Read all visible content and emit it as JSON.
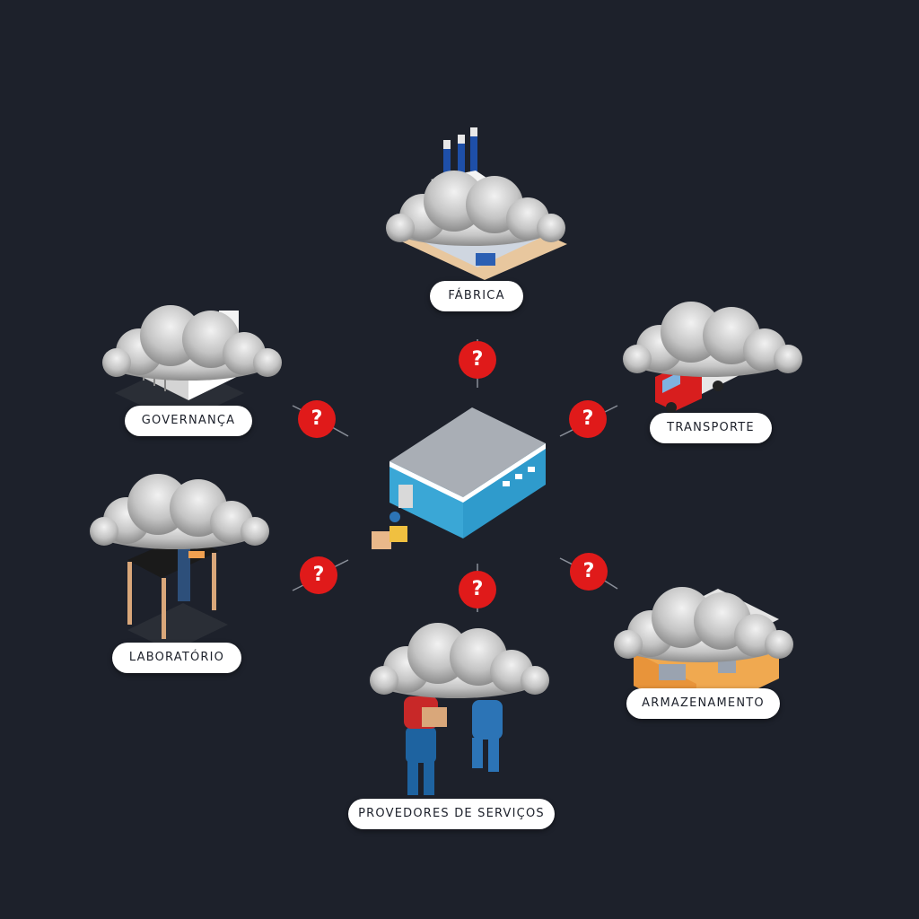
{
  "colors": {
    "background": "#1d212b",
    "question_badge": "#e01a1a",
    "label_pill": "#ffffff",
    "connector": "#8a8f99"
  },
  "center": {
    "name": "warehouse-hub",
    "icon": "warehouse-icon"
  },
  "nodes": [
    {
      "id": "fabrica",
      "label": "FÁBRICA",
      "icon": "factory-icon"
    },
    {
      "id": "transporte",
      "label": "TRANSPORTE",
      "icon": "truck-icon"
    },
    {
      "id": "armazenamento",
      "label": "ARMAZENAMENTO",
      "icon": "storage-building-icon"
    },
    {
      "id": "provedores",
      "label": "PROVEDORES DE SERVIÇOS",
      "icon": "workers-icon"
    },
    {
      "id": "laboratorio",
      "label": "LABORATÓRIO",
      "icon": "lab-bench-icon"
    },
    {
      "id": "governanca",
      "label": "GOVERNANÇA",
      "icon": "government-building-icon"
    }
  ],
  "question_mark": "?"
}
